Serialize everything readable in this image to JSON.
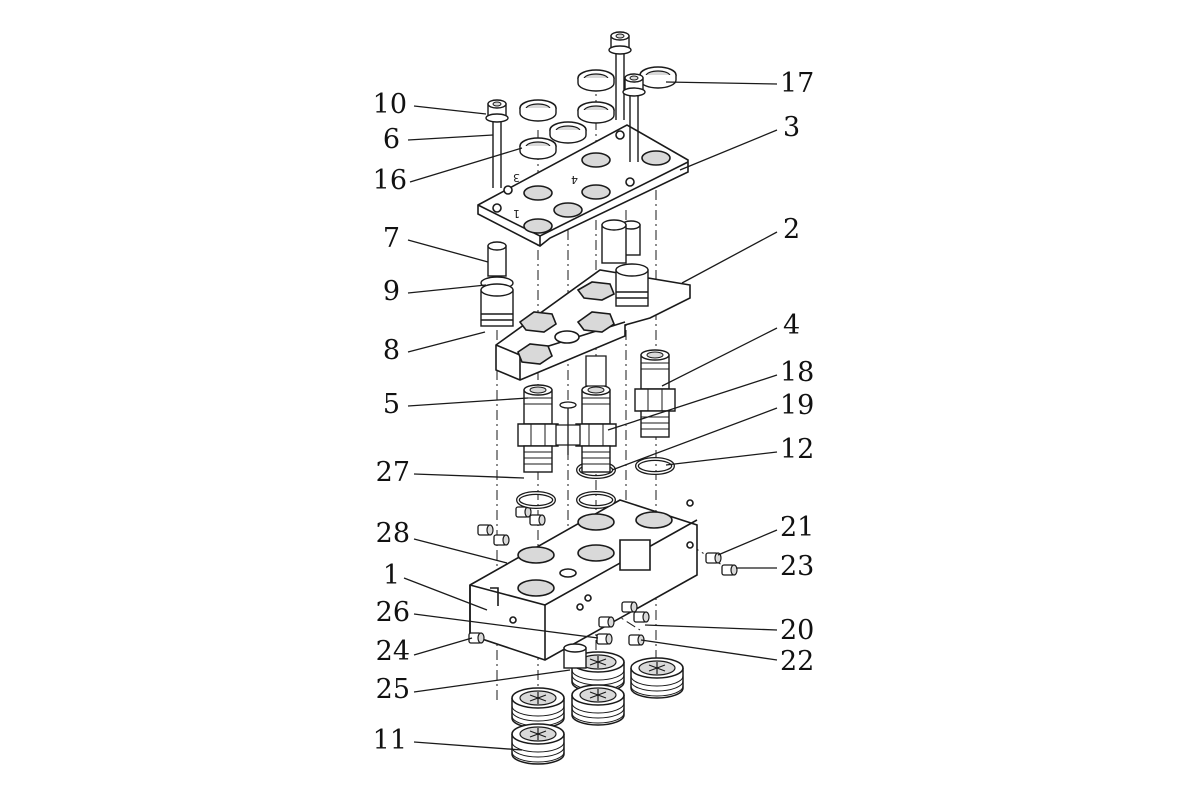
{
  "diagram": {
    "labels": {
      "l10": "10",
      "l6": "6",
      "l16": "16",
      "l7": "7",
      "l9": "9",
      "l8": "8",
      "l5": "5",
      "l27": "27",
      "l28": "28",
      "l1": "1",
      "l26": "26",
      "l24": "24",
      "l25": "25",
      "l11": "11",
      "l17": "17",
      "l3": "3",
      "l2": "2",
      "l4": "4",
      "l18": "18",
      "l19": "19",
      "l12": "12",
      "l21": "21",
      "l23": "23",
      "l20": "20",
      "l22": "22"
    },
    "plate_markings": {
      "m1": "1",
      "m3": "3",
      "m4": "4"
    }
  },
  "colors": {
    "line": "#1a1a1a",
    "fill": "#ffffff",
    "shade": "#d9d9d9",
    "dark": "#9a9a9a"
  }
}
